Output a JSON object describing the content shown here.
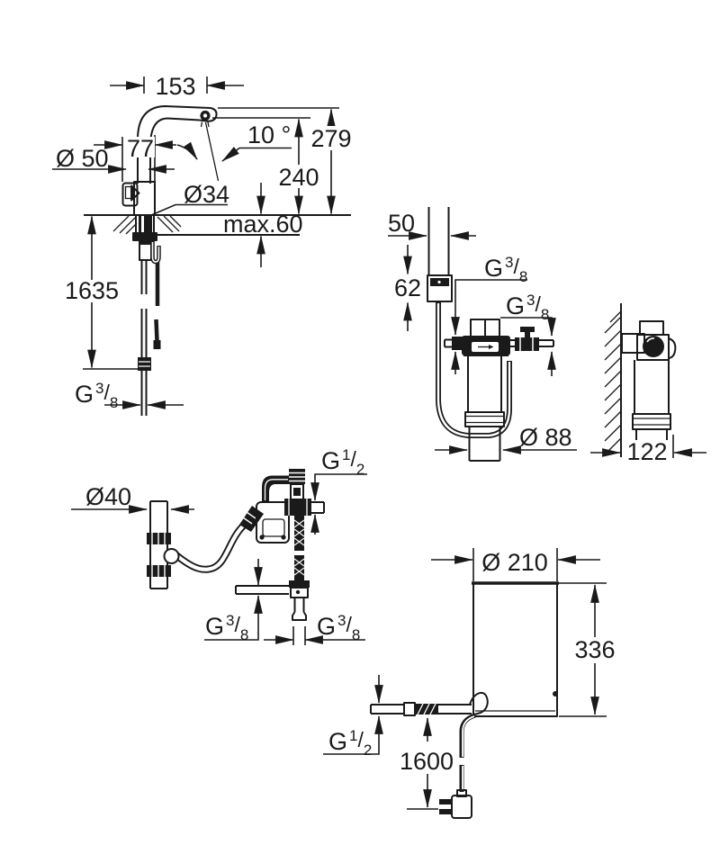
{
  "colors": {
    "ink": "#1a1a1a",
    "paper": "#ffffff"
  },
  "thread_labels": {
    "g38": {
      "prefix": "G",
      "numerator": "3",
      "slash": "/",
      "denominator": "8"
    },
    "g12": {
      "prefix": "G",
      "numerator": "1",
      "slash": "/",
      "denominator": "2"
    }
  },
  "faucet_view": {
    "spout_reach": "153",
    "spray_angle": "10 °",
    "height_to_spout_top": "279",
    "spout_outlet_height": "240",
    "body_depth": "77",
    "lever_diameter": "Ø 50",
    "shank_diameter": "Ø34",
    "max_deck_thickness": "max.60",
    "supply_hose_length": "1635"
  },
  "filter_view": {
    "control_box_depth": "50",
    "control_box_height": "62",
    "cartridge_diameter": "Ø 88",
    "wall_clearance_depth": "122"
  },
  "hose_view": {
    "tube_diameter": "Ø40"
  },
  "boiler_view": {
    "boiler_diameter": "Ø 210",
    "boiler_height": "336",
    "power_cable_length": "1600"
  }
}
